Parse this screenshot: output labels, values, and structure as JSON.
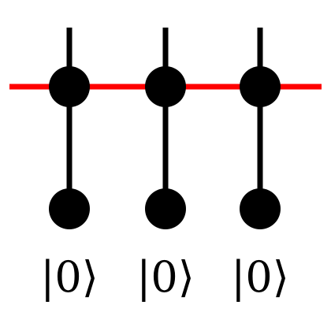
{
  "diagram": {
    "colors": {
      "wire": "#ff0000",
      "line": "#000000",
      "node": "#000000",
      "background": "#ffffff"
    },
    "columns": [
      {
        "ket_label": "|0⟩"
      },
      {
        "ket_label": "|0⟩"
      },
      {
        "ket_label": "|0⟩"
      }
    ]
  }
}
